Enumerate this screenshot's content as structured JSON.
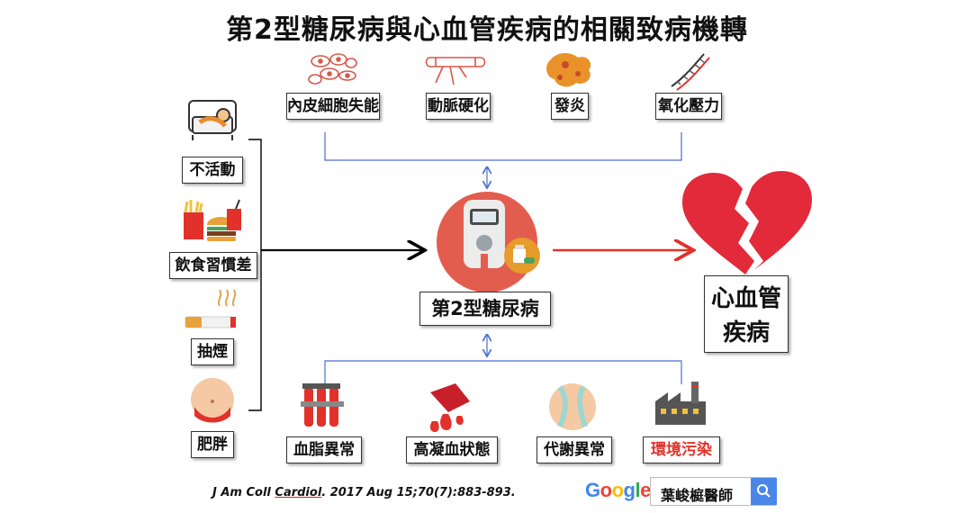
{
  "title": "第2型糖尿病與心血管疾病的相關致病機轉",
  "risk_factors": [
    "不活動",
    "飲食習慣差",
    "抽煙",
    "肥胖"
  ],
  "mechanisms_top": [
    "內皮細胞失能",
    "動脈硬化",
    "發炎",
    "氧化壓力"
  ],
  "center": "第2型糖尿病",
  "outcome": {
    "line1": "心血管",
    "line2": "疾病"
  },
  "comorbidities_bottom": [
    "血脂異常",
    "高凝血狀態",
    "代謝異常",
    "環境污染"
  ],
  "citation": {
    "journal": "J Am Coll ",
    "journal_ul": "Cardiol",
    "rest": ". 2017 Aug 15;70(7):883-893."
  },
  "search": {
    "brand": "Google",
    "query": "葉峻榳醫師"
  },
  "colors": {
    "accent_red": "#e2312a",
    "connector_blue": "#4a6fd0",
    "heart_red": "#e22a3a"
  }
}
